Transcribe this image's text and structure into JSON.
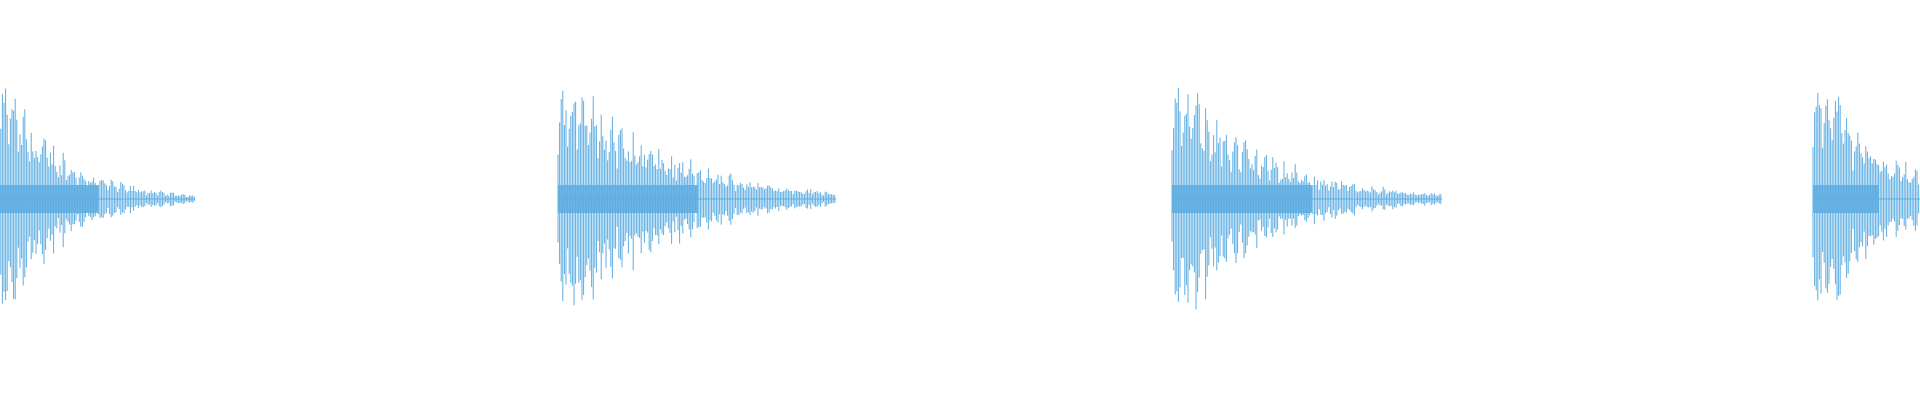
{
  "waveform": {
    "color": "#5DADE2",
    "background": "#FFFFFF",
    "bursts": [
      {
        "relative_amplitude": 1.0,
        "decay": "fast",
        "cut_off_left": true
      },
      {
        "relative_amplitude": 1.0,
        "decay": "medium",
        "cut_off_left": false
      },
      {
        "relative_amplitude": 0.95,
        "decay": "medium",
        "cut_off_left": false
      },
      {
        "relative_amplitude": 1.0,
        "decay": "slow",
        "cut_off_left": false,
        "cut_off_right": true
      }
    ]
  }
}
